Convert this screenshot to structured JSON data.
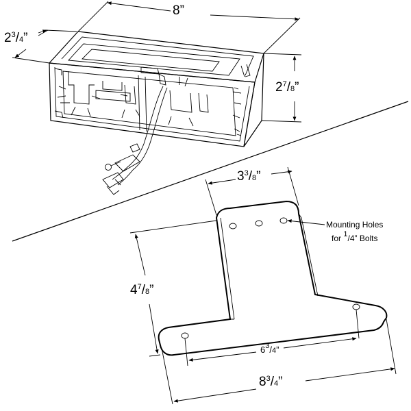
{
  "dimensions": {
    "lamp_length": {
      "whole": "8",
      "unit": "”"
    },
    "lamp_depth": {
      "whole": "2",
      "num": "3",
      "den": "4",
      "unit": "”"
    },
    "lamp_height": {
      "whole": "2",
      "num": "7",
      "den": "8",
      "unit": "”"
    },
    "bracket_top_width": {
      "whole": "3",
      "num": "3",
      "den": "8",
      "unit": "”"
    },
    "bracket_height": {
      "whole": "4",
      "num": "7",
      "den": "8",
      "unit": "”"
    },
    "bracket_hole_spacing": {
      "whole": "6",
      "num": "3",
      "den": "4",
      "unit": "”"
    },
    "bracket_total_width": {
      "whole": "8",
      "num": "3",
      "den": "4",
      "unit": "”"
    }
  },
  "callout": {
    "line1": "Mounting Holes",
    "line2_prefix": "for ",
    "line2_num": "1",
    "line2_den": "4",
    "line2_suffix": "” Bolts"
  }
}
